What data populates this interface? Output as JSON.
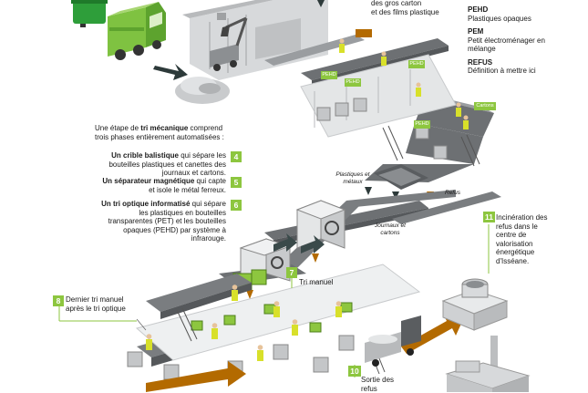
{
  "colors": {
    "accent_green": "#8dc63f",
    "dark_green": "#2e7d32",
    "arrow_orange": "#b36a00",
    "belt_gray": "#7a7d80",
    "building_gray": "#c8cacc",
    "text": "#1a1a1a"
  },
  "top_label": {
    "line1": "des gros carton",
    "line2": "et des films plastique"
  },
  "legend": [
    {
      "code": "PEHD",
      "desc": "Plastiques opaques"
    },
    {
      "code": "PEM",
      "desc": "Petit électroménager en mélange"
    },
    {
      "code": "REFUS",
      "desc": "Définition à mettre ici"
    }
  ],
  "intro": {
    "pre": "Une étape de",
    "bold": "tri mécanique",
    "post": "comprend trois phases entièrement automatisées :"
  },
  "steps": [
    {
      "num": "4",
      "bold": "Un crible balistique",
      "text": "qui sépare les bouteilles plastiques et canettes des journaux et cartons."
    },
    {
      "num": "5",
      "bold": "Un séparateur magnétique",
      "text": "qui capte et isole le métal ferreux."
    },
    {
      "num": "6",
      "bold": "Un tri optique informatisé",
      "text": "qui sépare les plastiques en bouteilles transparentes (PET) et les bouteilles opaques (PEHD) par système à infrarouge."
    },
    {
      "num": "7",
      "bold": "",
      "text": "Tri manuel"
    },
    {
      "num": "8",
      "bold": "",
      "text": "Dernier tri manuel après le tri optique"
    },
    {
      "num": "10",
      "bold": "",
      "text": "Sortie des refus"
    },
    {
      "num": "11",
      "bold": "",
      "text": "Incinération des refus dans le centre de valorisation énergétique d'Isséane."
    }
  ],
  "belt_labels": {
    "plastiques": "Plastiques et métaux",
    "journaux": "Journaux et cartons",
    "refus": "Refus"
  },
  "bin_labels": [
    "PEHD",
    "PEHD",
    "PEHD",
    "Cartons",
    "PEHD"
  ],
  "icons": [
    "recycling-bin-icon",
    "garbage-truck-icon",
    "crane-loader-icon",
    "worker-icon",
    "conveyor-belt-icon",
    "magnet-machine-icon",
    "optical-sorter-icon",
    "incinerator-icon",
    "dump-truck-icon"
  ]
}
